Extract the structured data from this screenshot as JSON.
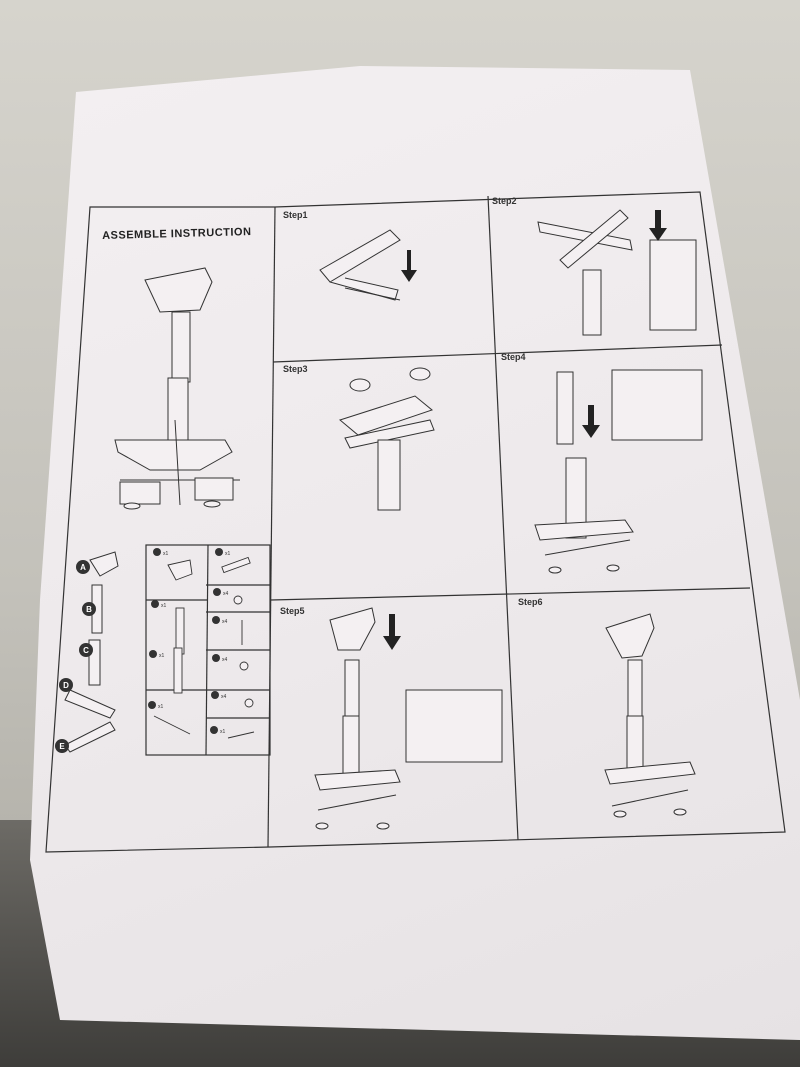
{
  "document": {
    "title": "ASSEMBLE INSTRUCTION",
    "steps": [
      {
        "label": "Step1"
      },
      {
        "label": "Step2"
      },
      {
        "label": "Step3"
      },
      {
        "label": "Step4"
      },
      {
        "label": "Step5"
      },
      {
        "label": "Step6"
      }
    ],
    "parts_callouts": [
      "A",
      "B",
      "C",
      "D",
      "E"
    ],
    "parts_list": [
      {
        "id": "A",
        "qty": "x1"
      },
      {
        "id": "E",
        "qty": "x1"
      },
      {
        "id": "B",
        "qty": "x1"
      },
      {
        "id": "F",
        "qty": "x4"
      },
      {
        "id": "G",
        "qty": "x4"
      },
      {
        "id": "C",
        "qty": "x1"
      },
      {
        "id": "H",
        "qty": "x4"
      },
      {
        "id": "D",
        "qty": "x1"
      },
      {
        "id": "J",
        "qty": "x4"
      },
      {
        "id": "K",
        "qty": "x1"
      }
    ]
  }
}
